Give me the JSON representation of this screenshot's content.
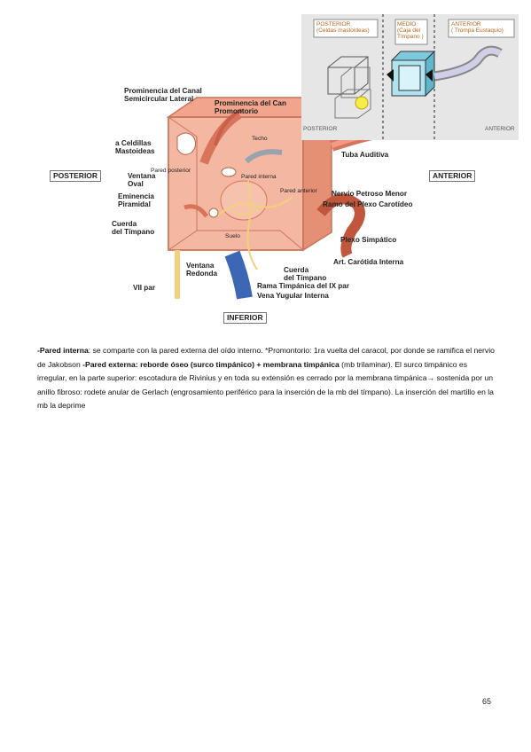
{
  "figure": {
    "labels": {
      "prom_canal": "Prominencia del Canal\nSemicircular Lateral",
      "prom_promontorio": "Prominencia del Can\nPromontorio",
      "celdillas": "a Celdillas\nMastoideas",
      "ventana_oval": "Ventana\nOval",
      "eminencia": "Eminencia\nPiramidal",
      "cuerda_timpano_left": "Cuerda\ndel Tímpano",
      "vii_par": "VII par",
      "ventana_redonda": "Ventana\nRedonda",
      "cuerda_timpano_bottom": "Cuerda\ndel Tímpano",
      "rama_timpanica": "Rama Timpánica del IX par",
      "vena_yugular": "Vena Yugular Interna",
      "tuba": "Tuba Auditiva",
      "nervio_petroso": "Nervio Petroso Menor",
      "ramo_plexo": "Ramo del Plexo Carotídeo",
      "plexo_simpatico": "Plexo Simpático",
      "art_carotida": "Art. Carótida Interna",
      "posterior": "POSTERIOR",
      "anterior": "ANTERIOR",
      "inferior": "INFERIOR",
      "techo": "Techo",
      "pared_posterior": "Pared posterior",
      "pared_interna": "Pared interna",
      "pared_anterior": "Pared anterior",
      "suelo": "Suelo"
    },
    "inset": {
      "posterior_hdr": "POSTERIOR\n(Celdas mastoideas)",
      "medio_hdr": "MEDIO\n(Caja del\nTímpano )",
      "anterior_hdr": "ANTERIOR\n( Trompa Eustaquio)",
      "posterior_side": "POSTERIOR",
      "anterior_side": "ANTERIOR"
    }
  },
  "text": {
    "p1_b1": "-Pared interna",
    "p1_t1": ": se comparte con la pared externa del oído interno. *Promontorio: 1ra vuelta del caracol, por donde se ramifica el nervio de Jakobson ",
    "p1_b2": "-Pared externa: reborde óseo (surco timpánico) + membrana timpánica",
    "p1_t2": " (mb trilaminar). El surco timpánico es irregular, en la parte superior: escotadura de Rivinius y en toda su extensión es cerrado por la membrana timpánica→ sostenida por un anillo fibroso: rodete anular de Gerlach (engrosamiento periférico para la inserción de la mb del tímpano). La inserción del martillo en la mb la deprime"
  },
  "page_number": "65",
  "colors": {
    "box": "#ee9a80",
    "box_dark": "#d9735a",
    "vein": "#3c67b4",
    "nerve": "#f1d27a",
    "inset_bg": "#e6e6e6",
    "inset_cube": "#aee3f0"
  }
}
